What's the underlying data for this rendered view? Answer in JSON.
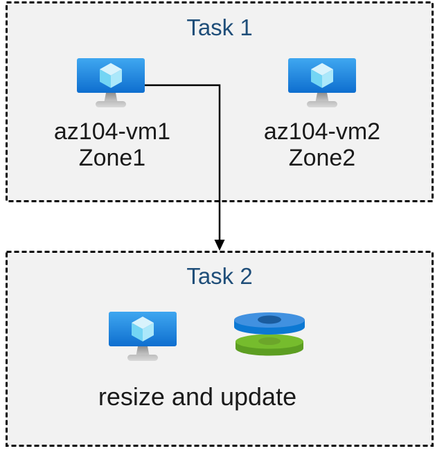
{
  "task1": {
    "title": "Task 1",
    "vms": [
      {
        "name": "az104-vm1",
        "zone": "Zone1"
      },
      {
        "name": "az104-vm2",
        "zone": "Zone2"
      }
    ]
  },
  "task2": {
    "title": "Task 2",
    "caption": "resize and update",
    "icons": [
      "virtual-machine-icon",
      "disks-icon"
    ]
  },
  "arrow": {
    "from": "az104-vm1",
    "to": "Task 2"
  },
  "colors": {
    "title_text": "#1F4E79",
    "label_text": "#1A1A1A",
    "box_fill": "#F2F2F2",
    "box_border": "#000000",
    "arrow": "#000000",
    "vm_screen_top": "#3FA7F0",
    "vm_screen_bottom": "#0E6ECF",
    "cube_top": "#D8F3FC",
    "cube_left": "#73D5F4",
    "cube_right": "#ABE8FA",
    "stand_top": "#8F8F8F",
    "stand_bottom": "#C9C9C9",
    "base_top": "#BDBDBD",
    "base_bottom": "#D9D9D9",
    "disk_blue_top": "#4191E0",
    "disk_blue_side": "#0C78D3",
    "disk_blue_hole": "#1A5C9E",
    "disk_green_top": "#76BC2D",
    "disk_green_side": "#5D9E22",
    "disk_green_hole": "#6CA62A"
  }
}
